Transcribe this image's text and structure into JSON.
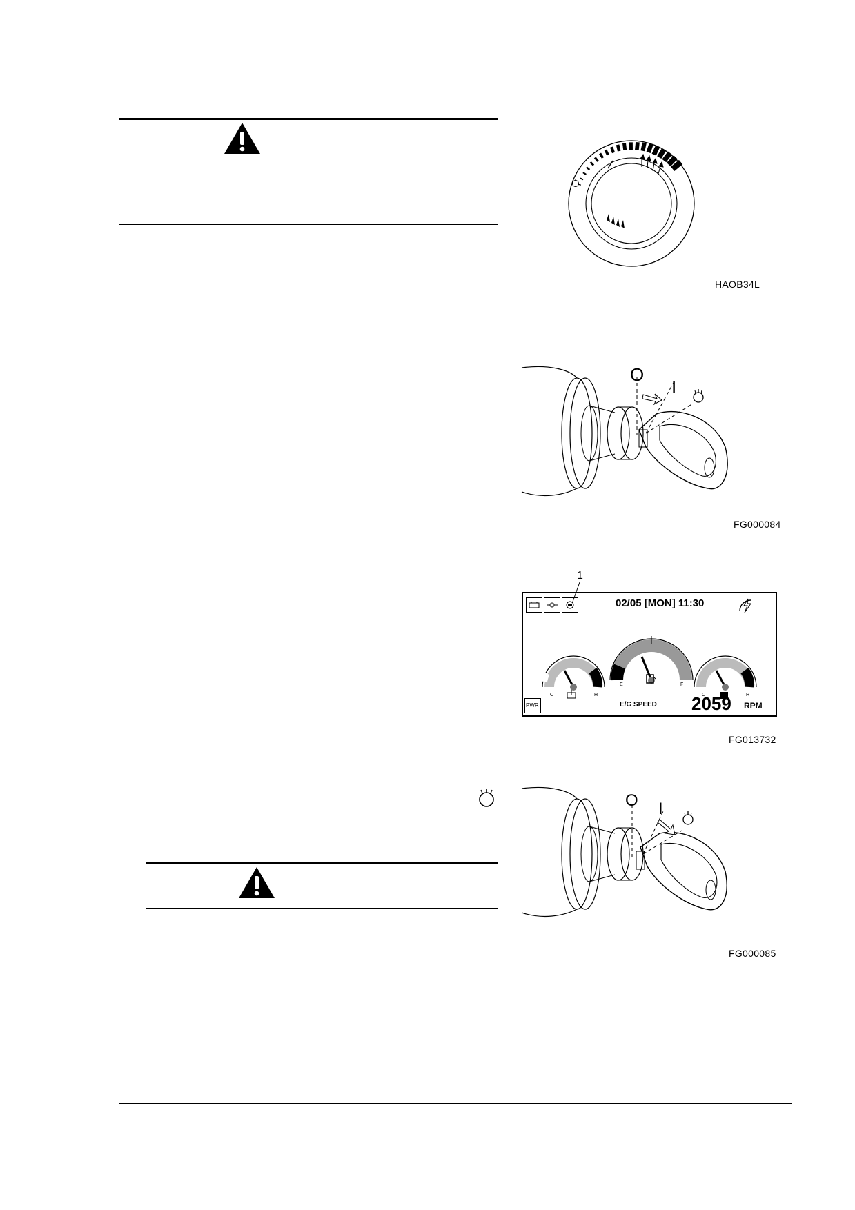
{
  "figures": {
    "fig1": {
      "caption": "HAOB34L"
    },
    "fig2": {
      "caption": "FG000084",
      "label_off": "O",
      "label_on": "I"
    },
    "fig3": {
      "caption": "FG013732",
      "callout": "1",
      "datetime": "02/05 [MON] 11:30",
      "fuel_min": "E",
      "fuel_max": "F",
      "temp_min": "C",
      "temp_max": "H",
      "oil_min": "C",
      "oil_max": "H",
      "pwr_label": "PWR",
      "speed_label": "E/G SPEED",
      "rpm_value": "2059",
      "rpm_unit": "RPM"
    },
    "fig4": {
      "caption": "FG000085",
      "label_off": "O",
      "label_on": "I"
    }
  },
  "icons": {
    "warning": "warning-triangle-icon",
    "start": "start-position-icon"
  }
}
